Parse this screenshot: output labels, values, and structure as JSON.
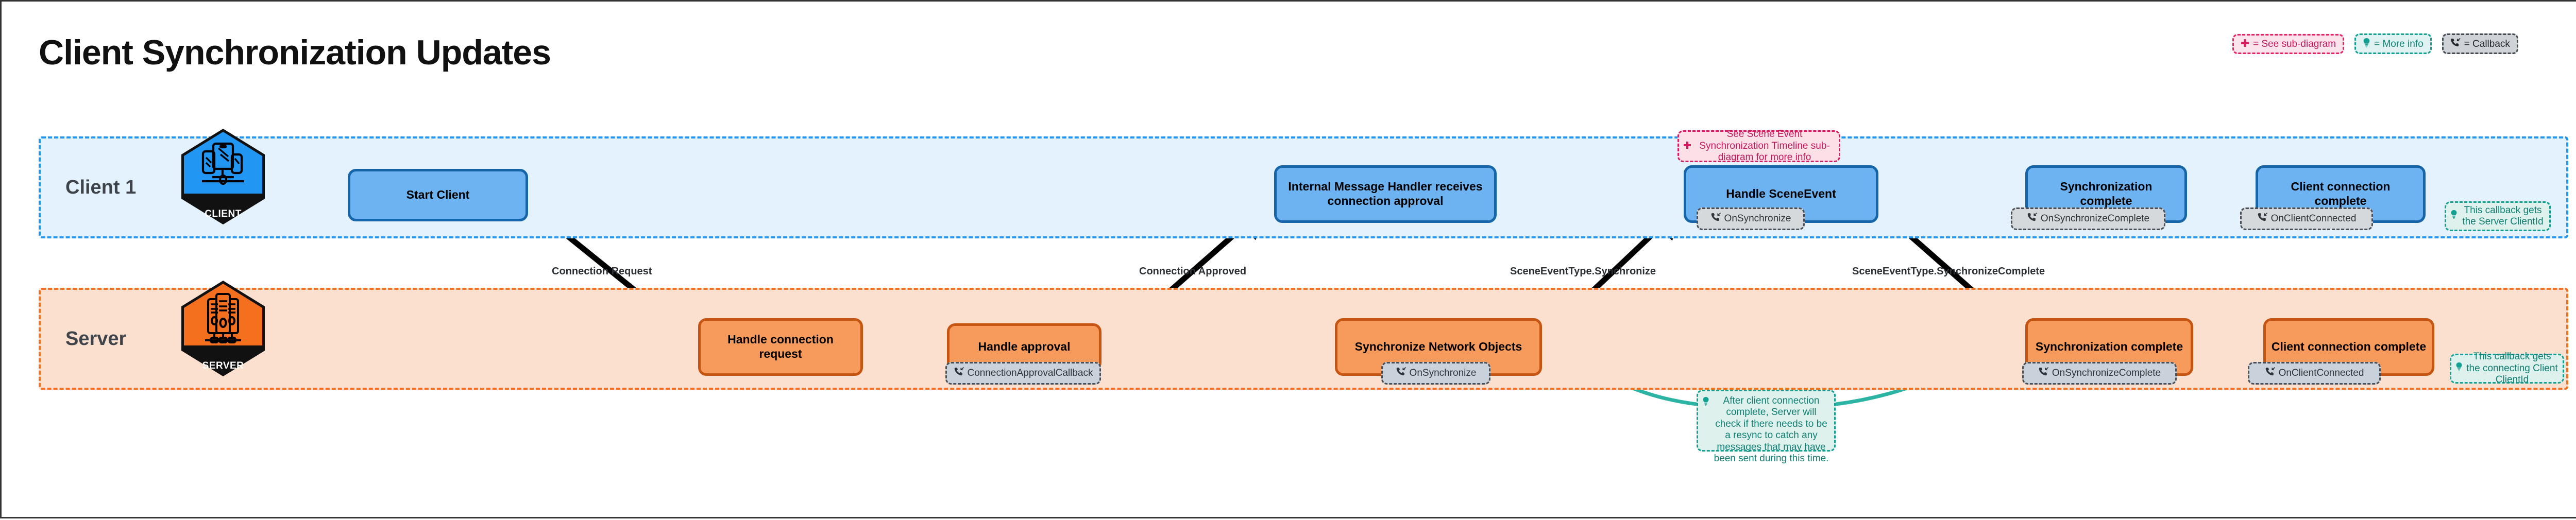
{
  "page": {
    "title": "Client Synchronization Updates"
  },
  "legend": {
    "items": [
      {
        "icon": "plus-icon",
        "glyph": "✚",
        "label": "= See sub-diagram",
        "color": "#c2185b"
      },
      {
        "icon": "lightbulb-icon",
        "glyph": "Ὂ1",
        "label": "= More info",
        "color": "#0f7f73"
      },
      {
        "icon": "phone-callback-icon",
        "glyph": "✆",
        "label": "= Callback",
        "color": "#22262b"
      }
    ]
  },
  "lanes": [
    {
      "id": "client",
      "title": "Client 1",
      "actor_label": "CLIENT",
      "accent": "#2196f3",
      "fill": "#e3f2fd"
    },
    {
      "id": "server",
      "title": "Server",
      "actor_label": "SERVER",
      "accent": "#f4701e",
      "fill": "#fbe0d0"
    }
  ],
  "client_nodes": [
    {
      "id": "start-client",
      "label": "Start Client"
    },
    {
      "id": "internal-handler",
      "label": "Internal Message Handler receives connection approval"
    },
    {
      "id": "handle-sceneevent",
      "label": "Handle SceneEvent"
    },
    {
      "id": "sync-complete",
      "label": "Synchronization complete"
    },
    {
      "id": "client-conn-complete",
      "label": "Client connection complete"
    }
  ],
  "server_nodes": [
    {
      "id": "handle-conn-request",
      "label": "Handle connection request"
    },
    {
      "id": "handle-approval",
      "label": "Handle approval"
    },
    {
      "id": "sync-net-objects",
      "label": "Synchronize Network Objects"
    },
    {
      "id": "srv-sync-complete",
      "label": "Synchronization complete"
    },
    {
      "id": "srv-conn-complete",
      "label": "Client connection complete"
    }
  ],
  "callbacks": {
    "handle_sceneevent": "OnSynchronize",
    "client_sync_complete": "OnSynchronizeComplete",
    "client_conn_complete": "OnClientConnected",
    "handle_approval": "ConnectionApprovalCallback",
    "sync_net_objects": "OnSynchronize",
    "server_sync_complete": "OnSynchronizeComplete",
    "server_conn_complete": "OnClientConnected"
  },
  "notes": {
    "scene_event_subdiagram": "See Scene Event Synchronization Timeline sub-diagram for more info",
    "client_server_clientid": "This callback gets the Server ClientId",
    "server_connecting_clientid": "This callback gets the connecting Client ClientId",
    "resync_note": "After client connection complete, Server will check if there needs to be a resync to catch any messages that may have been sent during this time."
  },
  "edge_labels": {
    "connection_request": "Connection Request",
    "connection_approved": "Connection Approved",
    "scene_event_synchronize": "SceneEventType.Synchronize",
    "scene_event_synchronize_complete": "SceneEventType.SynchronizeComplete"
  },
  "colors": {
    "client_accent": "#2196f3",
    "client_node_fill": "#6db3f2",
    "client_node_border": "#1565a8",
    "server_accent": "#f4701e",
    "server_node_fill": "#f79b5d",
    "server_node_border": "#c75512",
    "info_teal": "#12a192",
    "sub_pink": "#d81b60",
    "callback_gray": "#4a4f57"
  }
}
